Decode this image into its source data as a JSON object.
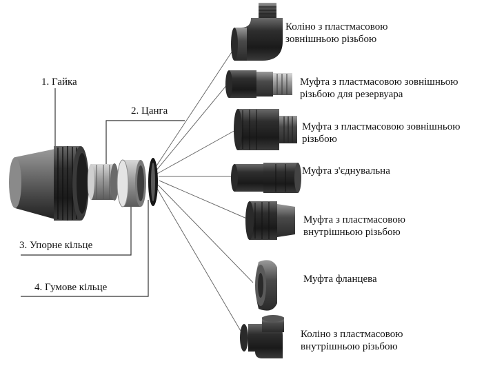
{
  "components": [
    {
      "id": "nut",
      "label": "1. Гайка"
    },
    {
      "id": "collet",
      "label": "2. Цанга"
    },
    {
      "id": "thrust-ring",
      "label": "3. Упорне кільце"
    },
    {
      "id": "rubber-ring",
      "label": "4. Гумове кільце"
    }
  ],
  "fittings": [
    {
      "id": "elbow-male",
      "lines": [
        "Коліно з пластмасовою",
        "зовнішньою різьбою"
      ]
    },
    {
      "id": "tank-coupling",
      "lines": [
        "Муфта з пластмасовою зовнішньою",
        "різьбою для резервуара"
      ]
    },
    {
      "id": "male-coupling",
      "lines": [
        "Муфта з пластмасовою зовнішньою",
        "різьбою"
      ]
    },
    {
      "id": "connector",
      "lines": [
        "Муфта з'єднувальна"
      ]
    },
    {
      "id": "female-coupling",
      "lines": [
        "Муфта з пластмасовою",
        "внутрішньою різьбою"
      ]
    },
    {
      "id": "flange",
      "lines": [
        "Муфта фланцева"
      ]
    },
    {
      "id": "elbow-female",
      "lines": [
        "Коліно з пластмасовою",
        "внутрішньою різьбою"
      ]
    }
  ]
}
